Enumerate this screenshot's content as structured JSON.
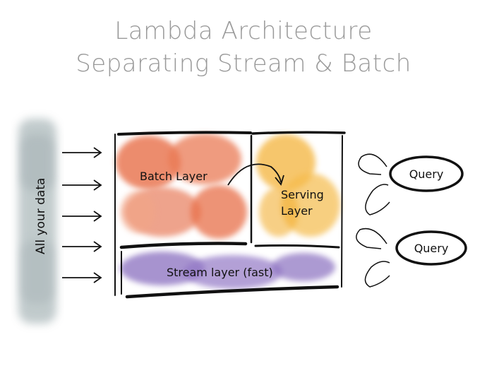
{
  "title": {
    "line1": "Lambda Architecture",
    "line2": "Separating Stream & Batch"
  },
  "diagram": {
    "source_label": "All your data",
    "batch_layer": "Batch Layer",
    "serving_layer_line1": "Serving",
    "serving_layer_line2": "Layer",
    "stream_layer": "Stream layer (fast)",
    "queries": [
      "Query",
      "Query"
    ]
  },
  "colors": {
    "title": "#9a9a9a",
    "data_column": "#b7c2c4",
    "batch": "#e8704a",
    "serving": "#f4b43a",
    "stream": "#8a6fc0",
    "ink": "#111111"
  }
}
